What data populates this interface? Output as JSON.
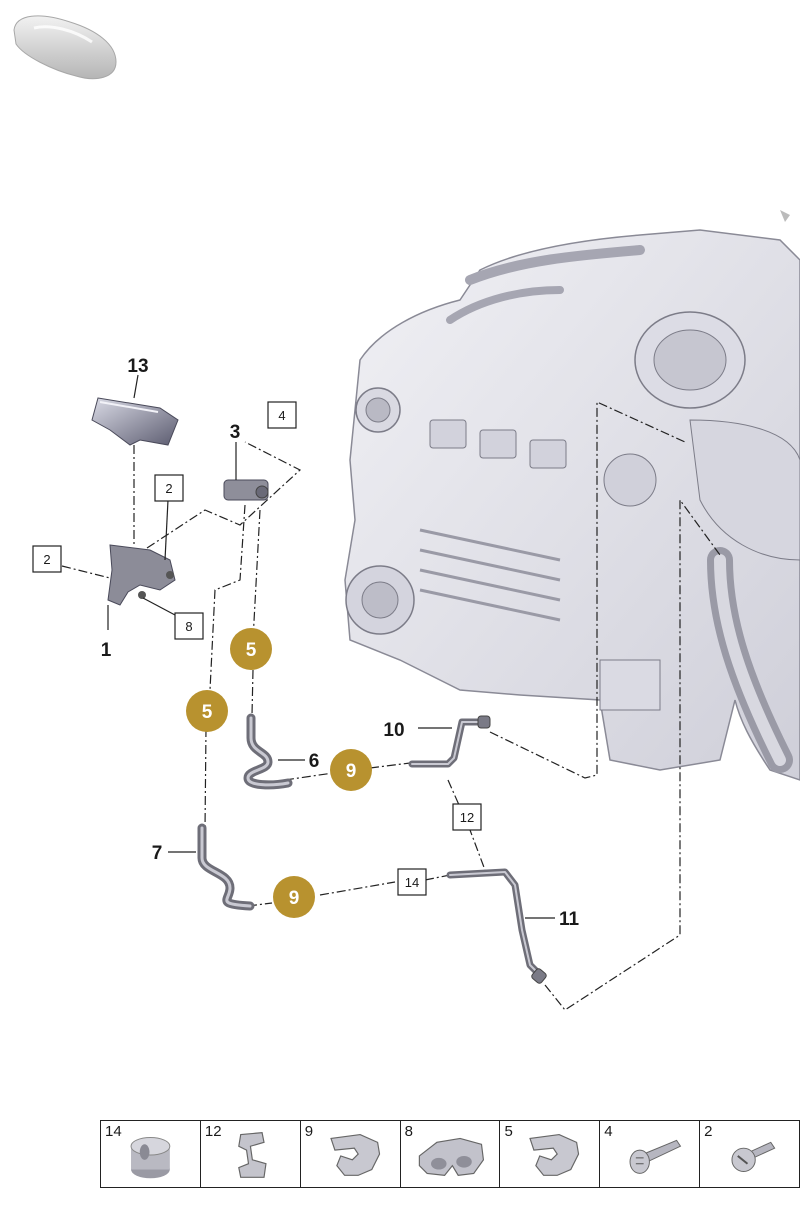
{
  "callouts": {
    "c1": "1",
    "c2a": "2",
    "c2b": "2",
    "c3": "3",
    "c4": "4",
    "c5a": "5",
    "c5b": "5",
    "c6": "6",
    "c7": "7",
    "c8": "8",
    "c9a": "9",
    "c9b": "9",
    "c10": "10",
    "c11": "11",
    "c12": "12",
    "c13": "13",
    "c14": "14"
  },
  "legend": [
    {
      "label": "14",
      "icon": "rubber-grommet-icon"
    },
    {
      "label": "12",
      "icon": "double-clip-icon"
    },
    {
      "label": "9",
      "icon": "hose-clip-icon"
    },
    {
      "label": "8",
      "icon": "double-hose-clip-icon"
    },
    {
      "label": "5",
      "icon": "hose-clip-icon"
    },
    {
      "label": "4",
      "icon": "bolt-icon"
    },
    {
      "label": "2",
      "icon": "screw-icon"
    }
  ],
  "colors": {
    "callout_gold": "#b8922f",
    "line": "#222222",
    "engine_fill": "#e3e3ea",
    "engine_stroke": "#8a8a96"
  }
}
